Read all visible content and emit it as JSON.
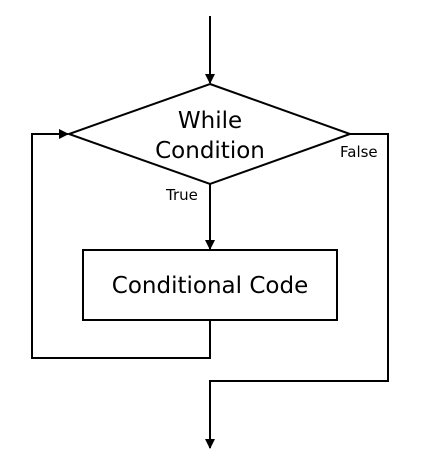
{
  "diagram": {
    "nodes": {
      "condition": {
        "shape": "diamond",
        "lines": [
          "While",
          "Condition"
        ]
      },
      "code": {
        "shape": "rectangle",
        "label": "Conditional Code"
      }
    },
    "edges": [
      {
        "from": "entry",
        "to": "condition",
        "label": ""
      },
      {
        "from": "condition",
        "to": "code",
        "label": "True"
      },
      {
        "from": "code",
        "to": "condition",
        "label": ""
      },
      {
        "from": "condition",
        "to": "exit",
        "label": "False"
      }
    ],
    "labels": {
      "true": "True",
      "false": "False"
    },
    "colors": {
      "line": "#000000",
      "background": "#ffffff"
    }
  }
}
